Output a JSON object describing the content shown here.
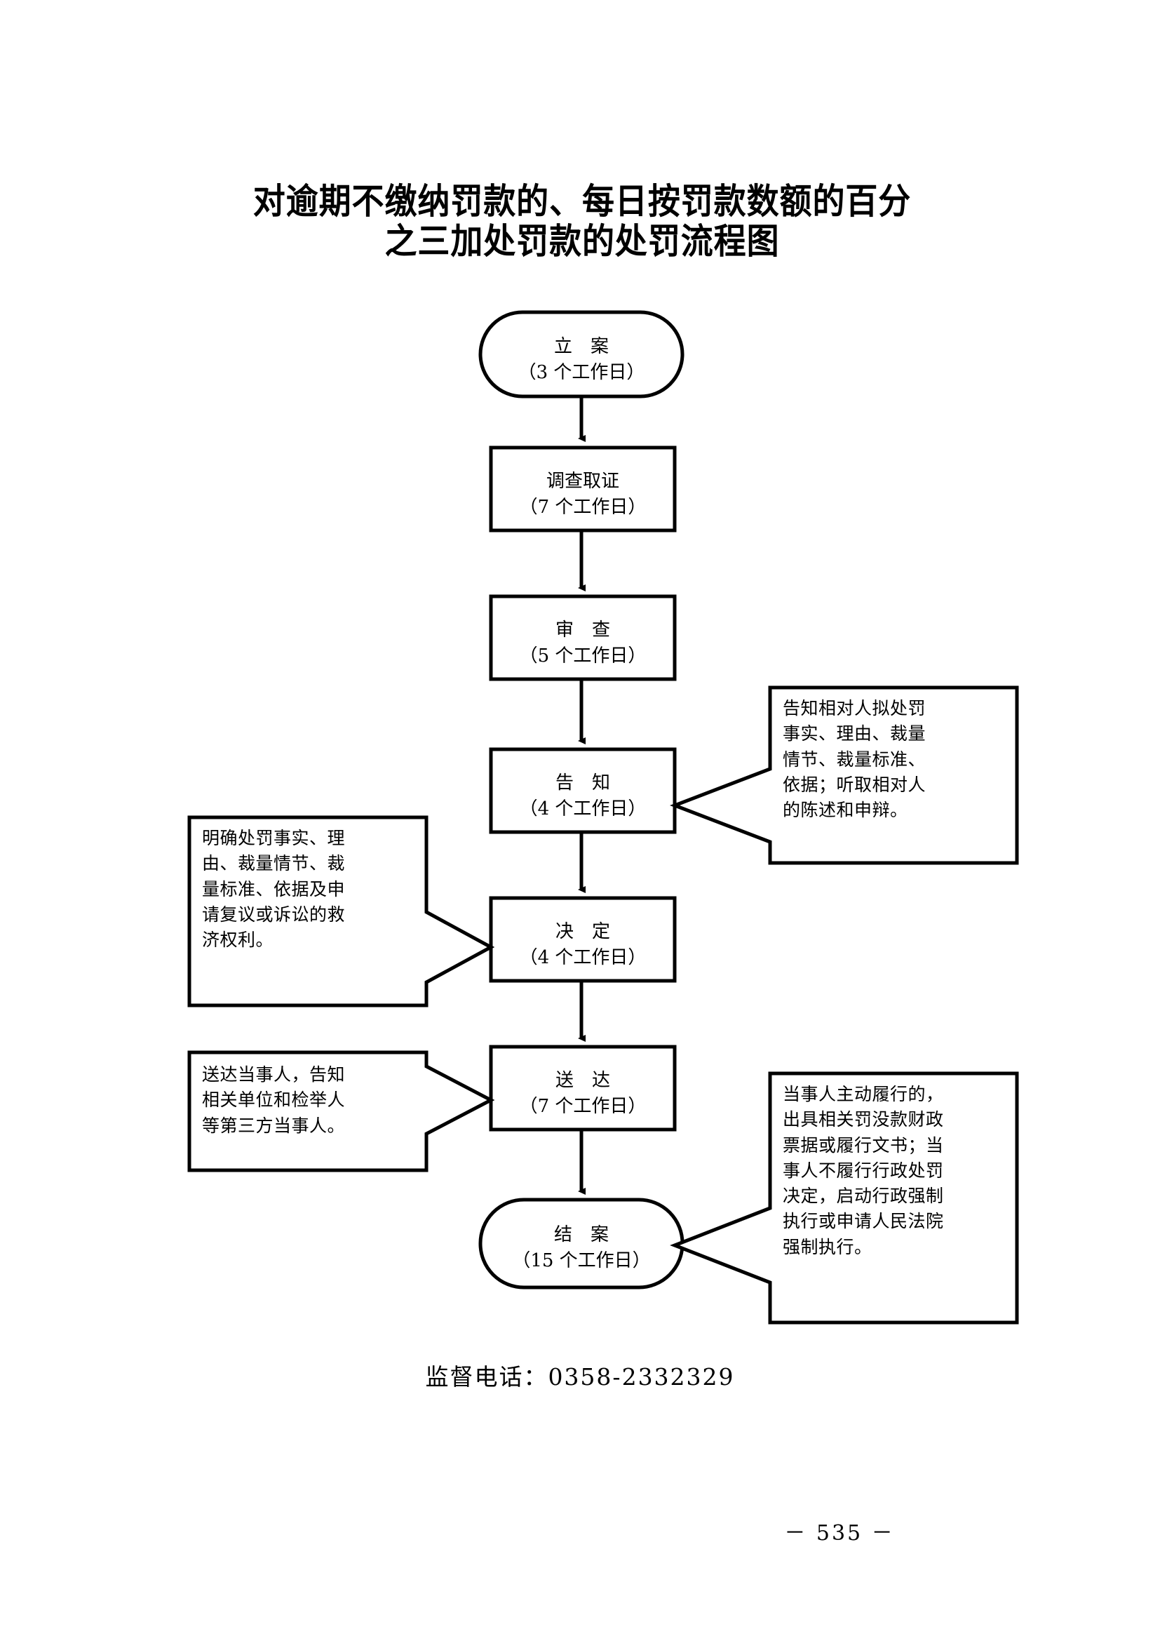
{
  "document": {
    "title_lines": "对逾期不缴纳罚款的、每日按罚款数额的百分\n之三加处罚款的处罚流程图",
    "page_number": "－ 535 －",
    "supervision_phone": "监督电话：0358-2332329"
  },
  "flowchart": {
    "type": "process-flow",
    "orientation": "top-to-bottom",
    "nodes": [
      {
        "id": "filing",
        "shape": "stadium",
        "label": "立　案",
        "duration": "（3 个工作日）",
        "text": "立　案\n（3 个工作日）"
      },
      {
        "id": "investigation",
        "shape": "rectangle",
        "label": "调查取证",
        "duration": "（7 个工作日）",
        "text": "调查取证\n（7 个工作日）"
      },
      {
        "id": "review",
        "shape": "rectangle",
        "label": "审　查",
        "duration": "（5 个工作日）",
        "text": "审　查\n（5 个工作日）"
      },
      {
        "id": "notification",
        "shape": "rectangle",
        "label": "告　知",
        "duration": "（4 个工作日）",
        "text": "告　知\n（4 个工作日）"
      },
      {
        "id": "decision",
        "shape": "rectangle",
        "label": "决　定",
        "duration": "（4 个工作日）",
        "text": "决　定\n（4 个工作日）"
      },
      {
        "id": "service",
        "shape": "rectangle",
        "label": "送　达",
        "duration": "（7 个工作日）",
        "text": "送　达\n（7 个工作日）"
      },
      {
        "id": "closing",
        "shape": "stadium",
        "label": "结　案",
        "duration": "（15 个工作日）",
        "text": "结　案\n（15 个工作日）"
      }
    ],
    "callouts": [
      {
        "id": "notification-note",
        "side": "right",
        "attached_to": "notification",
        "text": "告知相对人拟处罚\n事实、理由、裁量\n情节、裁量标准、\n依据；听取相对人\n的陈述和申辩。"
      },
      {
        "id": "decision-note",
        "side": "left",
        "attached_to": "decision",
        "text": "明确处罚事实、理\n由、裁量情节、裁\n量标准、依据及申\n请复议或诉讼的救\n济权利。"
      },
      {
        "id": "service-note",
        "side": "left",
        "attached_to": "service",
        "text": "送达当事人，告知\n相关单位和检举人\n等第三方当事人。"
      },
      {
        "id": "closing-note",
        "side": "right",
        "attached_to": "closing",
        "text": "当事人主动履行的，\n出具相关罚没款财政\n票据或履行文书；当\n事人不履行行政处罚\n决定，启动行政强制\n执行或申请人民法院\n强制执行。"
      }
    ],
    "edges": [
      {
        "from": "filing",
        "to": "investigation",
        "style": "arrow-down"
      },
      {
        "from": "investigation",
        "to": "review",
        "style": "arrow-down"
      },
      {
        "from": "review",
        "to": "notification",
        "style": "arrow-down"
      },
      {
        "from": "notification",
        "to": "decision",
        "style": "arrow-down"
      },
      {
        "from": "decision",
        "to": "service",
        "style": "arrow-down"
      },
      {
        "from": "service",
        "to": "closing",
        "style": "arrow-down"
      }
    ],
    "colors": {
      "stroke": "#000000",
      "fill": "#ffffff",
      "text": "#000000"
    }
  }
}
